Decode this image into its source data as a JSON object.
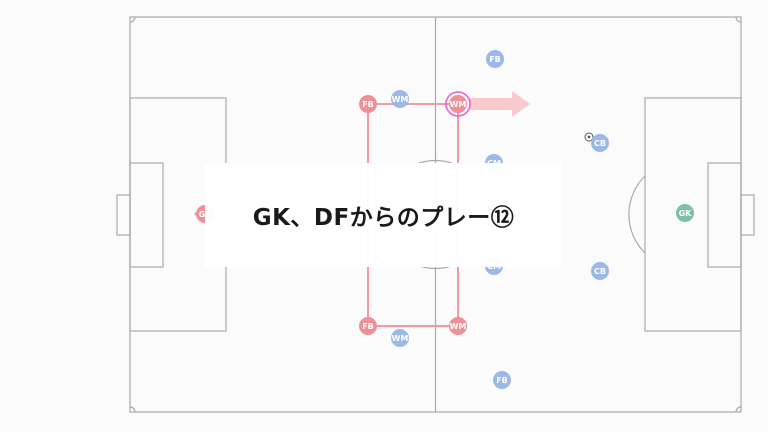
{
  "title": "GK、DFからのプレー⑫",
  "colors": {
    "pitch_line": "#a9a9a9",
    "team_red": "#ef8f96",
    "team_blue": "#9cb8e6",
    "goalkeeper_green": "#7cc0a8",
    "link_line": "#f29aa3",
    "arrow": "#f7b9bf",
    "highlight_ring": "#e96fd6"
  },
  "players": [
    {
      "id": "red-fb-top",
      "label": "FB",
      "team": "red"
    },
    {
      "id": "red-wm-top",
      "label": "WM",
      "team": "red",
      "highlighted": true
    },
    {
      "id": "red-fb-bottom",
      "label": "FB",
      "team": "red"
    },
    {
      "id": "red-wm-bottom",
      "label": "WM",
      "team": "red"
    },
    {
      "id": "red-gk",
      "label": "GK",
      "team": "red"
    },
    {
      "id": "blue-fb-top",
      "label": "FB",
      "team": "blue"
    },
    {
      "id": "blue-wm-top",
      "label": "WM",
      "team": "blue"
    },
    {
      "id": "blue-cb-top",
      "label": "CB",
      "team": "blue"
    },
    {
      "id": "blue-cm-top",
      "label": "CM",
      "team": "blue"
    },
    {
      "id": "blue-cm-bottom",
      "label": "CM",
      "team": "blue"
    },
    {
      "id": "blue-cb-bottom",
      "label": "CB",
      "team": "blue"
    },
    {
      "id": "blue-wm-bottom",
      "label": "WM",
      "team": "blue"
    },
    {
      "id": "blue-fb-bottom",
      "label": "FB",
      "team": "blue"
    },
    {
      "id": "green-gk",
      "label": "GK",
      "team": "green"
    }
  ],
  "icons": {
    "ball": "ball-icon",
    "arrow": "arrow-icon"
  }
}
